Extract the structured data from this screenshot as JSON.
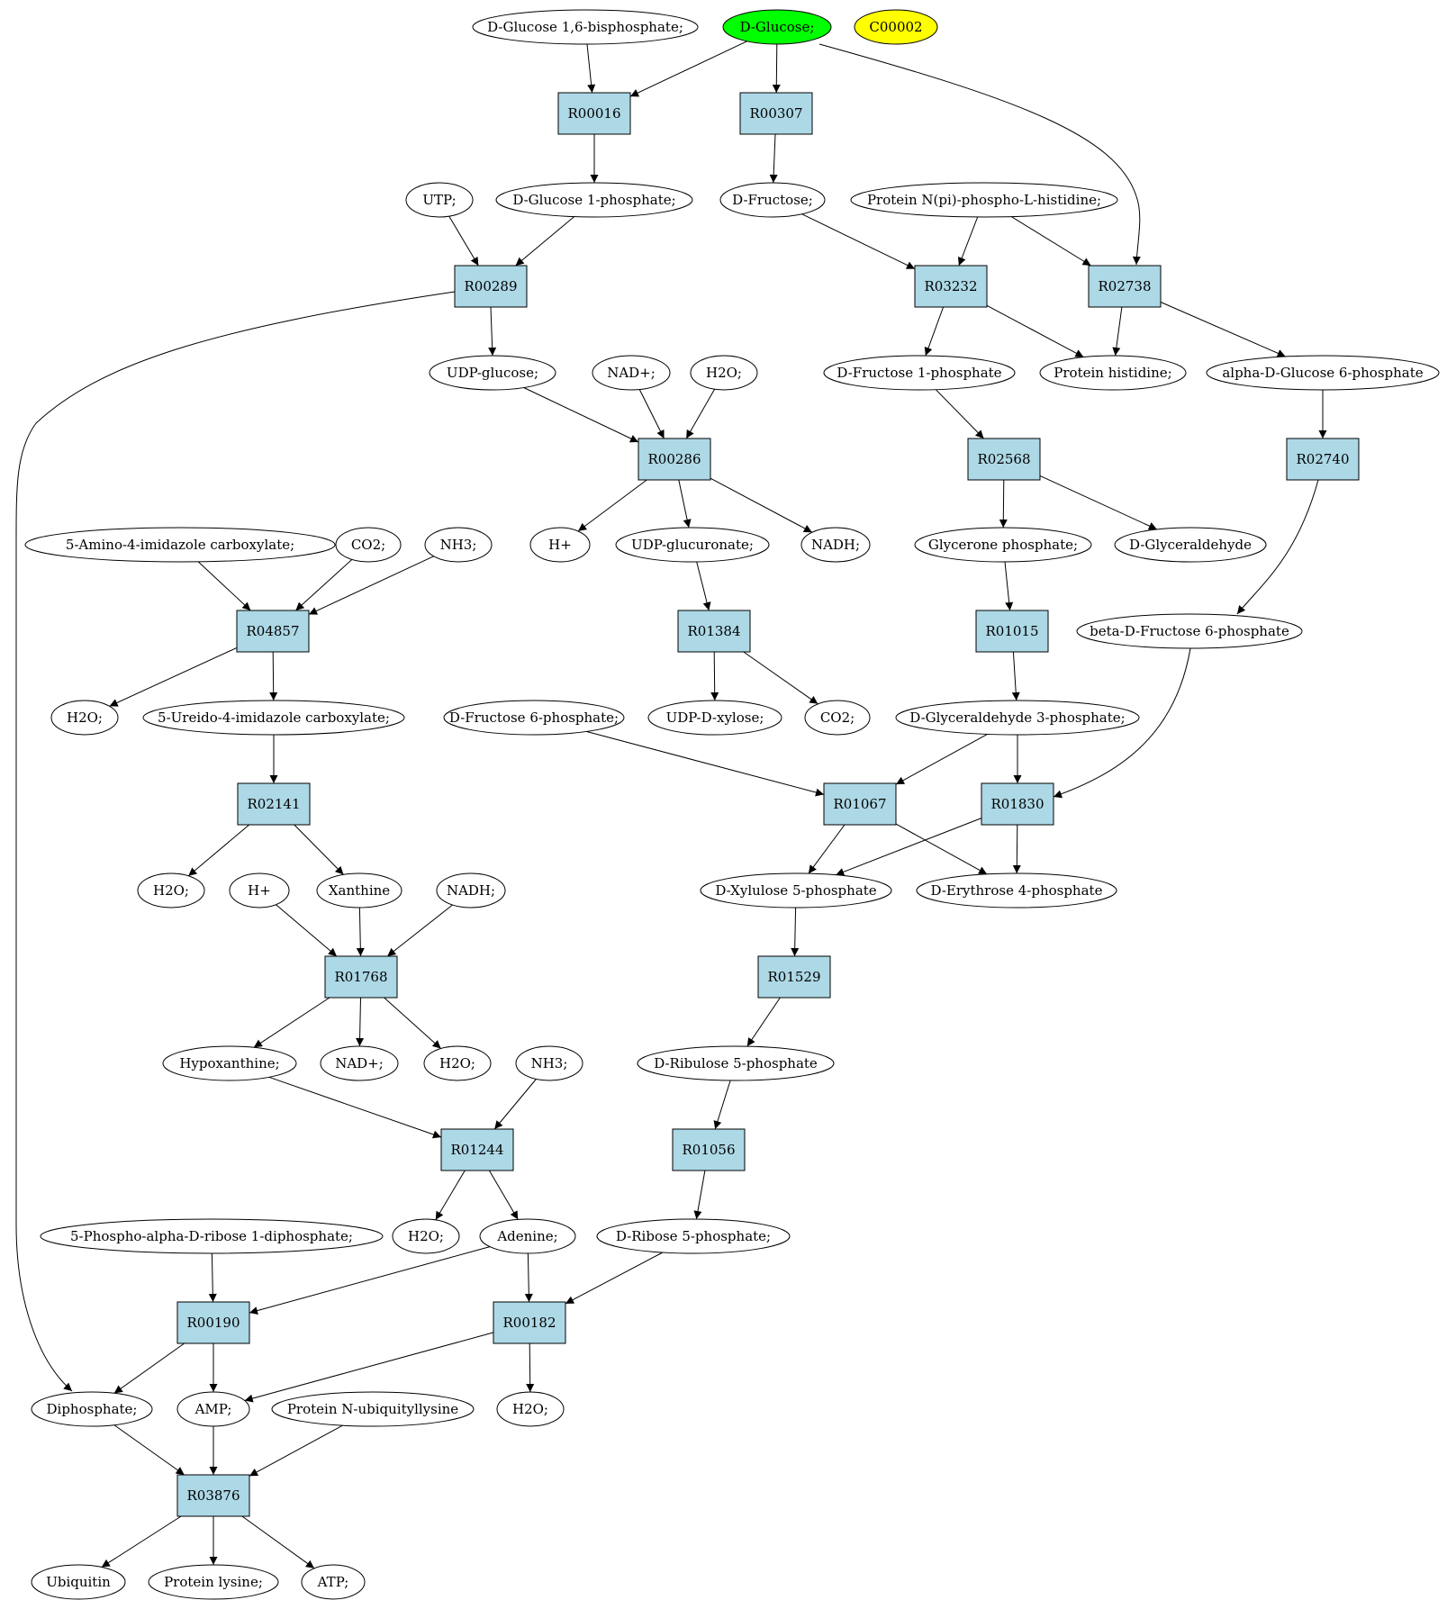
{
  "colors": {
    "reaction_fill": "#add8e6",
    "highlight_green": "#00ff00",
    "highlight_yellow": "#ffff00",
    "compound_fill": "#ffffff",
    "stroke": "#000000"
  },
  "nodes": [
    {
      "id": "c_g16bp",
      "label": "D-Glucose 1,6-bisphosphate;",
      "kind": "compound"
    },
    {
      "id": "c_glucose",
      "label": "D-Glucose;",
      "kind": "compound",
      "fill": "green"
    },
    {
      "id": "c_c00002",
      "label": "C00002",
      "kind": "compound",
      "fill": "yellow"
    },
    {
      "id": "r_R00016",
      "label": "R00016",
      "kind": "reaction"
    },
    {
      "id": "r_R00307",
      "label": "R00307",
      "kind": "reaction"
    },
    {
      "id": "c_utp",
      "label": "UTP;",
      "kind": "compound"
    },
    {
      "id": "c_g1p",
      "label": "D-Glucose 1-phosphate;",
      "kind": "compound"
    },
    {
      "id": "c_fructose",
      "label": "D-Fructose;",
      "kind": "compound"
    },
    {
      "id": "c_protnpi",
      "label": "Protein N(pi)-phospho-L-histidine;",
      "kind": "compound"
    },
    {
      "id": "r_R00289",
      "label": "R00289",
      "kind": "reaction"
    },
    {
      "id": "r_R03232",
      "label": "R03232",
      "kind": "reaction"
    },
    {
      "id": "r_R02738",
      "label": "R02738",
      "kind": "reaction"
    },
    {
      "id": "c_udpglc",
      "label": "UDP-glucose;",
      "kind": "compound"
    },
    {
      "id": "c_nad1",
      "label": "NAD+;",
      "kind": "compound"
    },
    {
      "id": "c_h2o1",
      "label": "H2O;",
      "kind": "compound"
    },
    {
      "id": "c_f1p",
      "label": "D-Fructose 1-phosphate",
      "kind": "compound"
    },
    {
      "id": "c_prothis",
      "label": "Protein histidine;",
      "kind": "compound"
    },
    {
      "id": "c_ag6p",
      "label": "alpha-D-Glucose 6-phosphate",
      "kind": "compound"
    },
    {
      "id": "r_R00286",
      "label": "R00286",
      "kind": "reaction"
    },
    {
      "id": "r_R02568",
      "label": "R02568",
      "kind": "reaction"
    },
    {
      "id": "r_R02740",
      "label": "R02740",
      "kind": "reaction"
    },
    {
      "id": "c_aica",
      "label": "5-Amino-4-imidazole carboxylate;",
      "kind": "compound"
    },
    {
      "id": "c_co2a",
      "label": "CO2;",
      "kind": "compound"
    },
    {
      "id": "c_nh3a",
      "label": "NH3;",
      "kind": "compound"
    },
    {
      "id": "c_hplus1",
      "label": "H+",
      "kind": "compound"
    },
    {
      "id": "c_udpglcur",
      "label": "UDP-glucuronate;",
      "kind": "compound"
    },
    {
      "id": "c_nadh1",
      "label": "NADH;",
      "kind": "compound"
    },
    {
      "id": "c_dhap",
      "label": "Glycerone phosphate;",
      "kind": "compound"
    },
    {
      "id": "c_glyald",
      "label": "D-Glyceraldehyde",
      "kind": "compound"
    },
    {
      "id": "r_R04857",
      "label": "R04857",
      "kind": "reaction"
    },
    {
      "id": "r_R01384",
      "label": "R01384",
      "kind": "reaction"
    },
    {
      "id": "r_R01015",
      "label": "R01015",
      "kind": "reaction"
    },
    {
      "id": "c_bf6p",
      "label": "beta-D-Fructose 6-phosphate",
      "kind": "compound"
    },
    {
      "id": "c_h2o2",
      "label": "H2O;",
      "kind": "compound"
    },
    {
      "id": "c_uica",
      "label": "5-Ureido-4-imidazole carboxylate;",
      "kind": "compound"
    },
    {
      "id": "c_f6p",
      "label": "D-Fructose 6-phosphate;",
      "kind": "compound"
    },
    {
      "id": "c_udpxyl",
      "label": "UDP-D-xylose;",
      "kind": "compound"
    },
    {
      "id": "c_co2b",
      "label": "CO2;",
      "kind": "compound"
    },
    {
      "id": "c_g3p",
      "label": "D-Glyceraldehyde 3-phosphate;",
      "kind": "compound"
    },
    {
      "id": "r_R02141",
      "label": "R02141",
      "kind": "reaction"
    },
    {
      "id": "r_R01067",
      "label": "R01067",
      "kind": "reaction"
    },
    {
      "id": "r_R01830",
      "label": "R01830",
      "kind": "reaction"
    },
    {
      "id": "c_h2o3",
      "label": "H2O;",
      "kind": "compound"
    },
    {
      "id": "c_hplus2",
      "label": "H+",
      "kind": "compound"
    },
    {
      "id": "c_xanthine",
      "label": "Xanthine",
      "kind": "compound"
    },
    {
      "id": "c_nadh2",
      "label": "NADH;",
      "kind": "compound"
    },
    {
      "id": "c_xu5p",
      "label": "D-Xylulose 5-phosphate",
      "kind": "compound"
    },
    {
      "id": "c_e4p",
      "label": "D-Erythrose 4-phosphate",
      "kind": "compound"
    },
    {
      "id": "r_R01768",
      "label": "R01768",
      "kind": "reaction"
    },
    {
      "id": "r_R01529",
      "label": "R01529",
      "kind": "reaction"
    },
    {
      "id": "c_hypox",
      "label": "Hypoxanthine;",
      "kind": "compound"
    },
    {
      "id": "c_nad2",
      "label": "NAD+;",
      "kind": "compound"
    },
    {
      "id": "c_h2o4",
      "label": "H2O;",
      "kind": "compound"
    },
    {
      "id": "c_nh3b",
      "label": "NH3;",
      "kind": "compound"
    },
    {
      "id": "c_ru5p",
      "label": "D-Ribulose 5-phosphate",
      "kind": "compound"
    },
    {
      "id": "r_R01244",
      "label": "R01244",
      "kind": "reaction"
    },
    {
      "id": "r_R01056",
      "label": "R01056",
      "kind": "reaction"
    },
    {
      "id": "c_prpp",
      "label": "5-Phospho-alpha-D-ribose 1-diphosphate;",
      "kind": "compound"
    },
    {
      "id": "c_h2o5",
      "label": "H2O;",
      "kind": "compound"
    },
    {
      "id": "c_adenine",
      "label": "Adenine;",
      "kind": "compound"
    },
    {
      "id": "c_r5p",
      "label": "D-Ribose 5-phosphate;",
      "kind": "compound"
    },
    {
      "id": "r_R00190",
      "label": "R00190",
      "kind": "reaction"
    },
    {
      "id": "r_R00182",
      "label": "R00182",
      "kind": "reaction"
    },
    {
      "id": "c_ppi",
      "label": "Diphosphate;",
      "kind": "compound"
    },
    {
      "id": "c_amp",
      "label": "AMP;",
      "kind": "compound"
    },
    {
      "id": "c_protubq",
      "label": "Protein N-ubiquityllysine",
      "kind": "compound"
    },
    {
      "id": "c_h2o6",
      "label": "H2O;",
      "kind": "compound"
    },
    {
      "id": "r_R03876",
      "label": "R03876",
      "kind": "reaction"
    },
    {
      "id": "c_ubiquitin",
      "label": "Ubiquitin",
      "kind": "compound"
    },
    {
      "id": "c_protlys",
      "label": "Protein lysine;",
      "kind": "compound"
    },
    {
      "id": "c_atp",
      "label": "ATP;",
      "kind": "compound"
    }
  ],
  "edges": [
    [
      "c_g16bp",
      "r_R00016"
    ],
    [
      "c_glucose",
      "r_R00016"
    ],
    [
      "c_glucose",
      "r_R00307"
    ],
    [
      "c_glucose",
      "r_R02738"
    ],
    [
      "r_R00016",
      "c_g1p"
    ],
    [
      "r_R00307",
      "c_fructose"
    ],
    [
      "c_utp",
      "r_R00289"
    ],
    [
      "c_g1p",
      "r_R00289"
    ],
    [
      "c_fructose",
      "r_R03232"
    ],
    [
      "c_protnpi",
      "r_R03232"
    ],
    [
      "c_protnpi",
      "r_R02738"
    ],
    [
      "r_R00289",
      "c_udpglc"
    ],
    [
      "r_R00289",
      "c_ppi"
    ],
    [
      "r_R03232",
      "c_f1p"
    ],
    [
      "r_R03232",
      "c_prothis"
    ],
    [
      "r_R02738",
      "c_prothis"
    ],
    [
      "r_R02738",
      "c_ag6p"
    ],
    [
      "c_udpglc",
      "r_R00286"
    ],
    [
      "c_nad1",
      "r_R00286"
    ],
    [
      "c_h2o1",
      "r_R00286"
    ],
    [
      "c_f1p",
      "r_R02568"
    ],
    [
      "c_ag6p",
      "r_R02740"
    ],
    [
      "r_R00286",
      "c_hplus1"
    ],
    [
      "r_R00286",
      "c_udpglcur"
    ],
    [
      "r_R00286",
      "c_nadh1"
    ],
    [
      "r_R02568",
      "c_dhap"
    ],
    [
      "r_R02568",
      "c_glyald"
    ],
    [
      "c_aica",
      "r_R04857"
    ],
    [
      "c_co2a",
      "r_R04857"
    ],
    [
      "c_nh3a",
      "r_R04857"
    ],
    [
      "c_udpglcur",
      "r_R01384"
    ],
    [
      "c_dhap",
      "r_R01015"
    ],
    [
      "r_R02740",
      "c_bf6p"
    ],
    [
      "r_R04857",
      "c_h2o2"
    ],
    [
      "r_R04857",
      "c_uica"
    ],
    [
      "r_R01384",
      "c_udpxyl"
    ],
    [
      "r_R01384",
      "c_co2b"
    ],
    [
      "r_R01015",
      "c_g3p"
    ],
    [
      "c_uica",
      "r_R02141"
    ],
    [
      "c_f6p",
      "r_R01067"
    ],
    [
      "c_g3p",
      "r_R01067"
    ],
    [
      "c_g3p",
      "r_R01830"
    ],
    [
      "c_bf6p",
      "r_R01830"
    ],
    [
      "r_R02141",
      "c_h2o3"
    ],
    [
      "r_R02141",
      "c_xanthine"
    ],
    [
      "r_R01067",
      "c_xu5p"
    ],
    [
      "r_R01067",
      "c_e4p"
    ],
    [
      "r_R01830",
      "c_xu5p"
    ],
    [
      "r_R01830",
      "c_e4p"
    ],
    [
      "c_hplus2",
      "r_R01768"
    ],
    [
      "c_xanthine",
      "r_R01768"
    ],
    [
      "c_nadh2",
      "r_R01768"
    ],
    [
      "c_xu5p",
      "r_R01529"
    ],
    [
      "r_R01768",
      "c_hypox"
    ],
    [
      "r_R01768",
      "c_nad2"
    ],
    [
      "r_R01768",
      "c_h2o4"
    ],
    [
      "r_R01529",
      "c_ru5p"
    ],
    [
      "c_hypox",
      "r_R01244"
    ],
    [
      "c_nh3b",
      "r_R01244"
    ],
    [
      "c_ru5p",
      "r_R01056"
    ],
    [
      "r_R01244",
      "c_h2o5"
    ],
    [
      "r_R01244",
      "c_adenine"
    ],
    [
      "r_R01056",
      "c_r5p"
    ],
    [
      "c_prpp",
      "r_R00190"
    ],
    [
      "c_adenine",
      "r_R00190"
    ],
    [
      "c_adenine",
      "r_R00182"
    ],
    [
      "c_r5p",
      "r_R00182"
    ],
    [
      "r_R00190",
      "c_ppi"
    ],
    [
      "r_R00190",
      "c_amp"
    ],
    [
      "r_R00182",
      "c_amp"
    ],
    [
      "r_R00182",
      "c_h2o6"
    ],
    [
      "c_ppi",
      "r_R03876"
    ],
    [
      "c_amp",
      "r_R03876"
    ],
    [
      "c_protubq",
      "r_R03876"
    ],
    [
      "r_R03876",
      "c_ubiquitin"
    ],
    [
      "r_R03876",
      "c_protlys"
    ],
    [
      "r_R03876",
      "c_atp"
    ]
  ]
}
